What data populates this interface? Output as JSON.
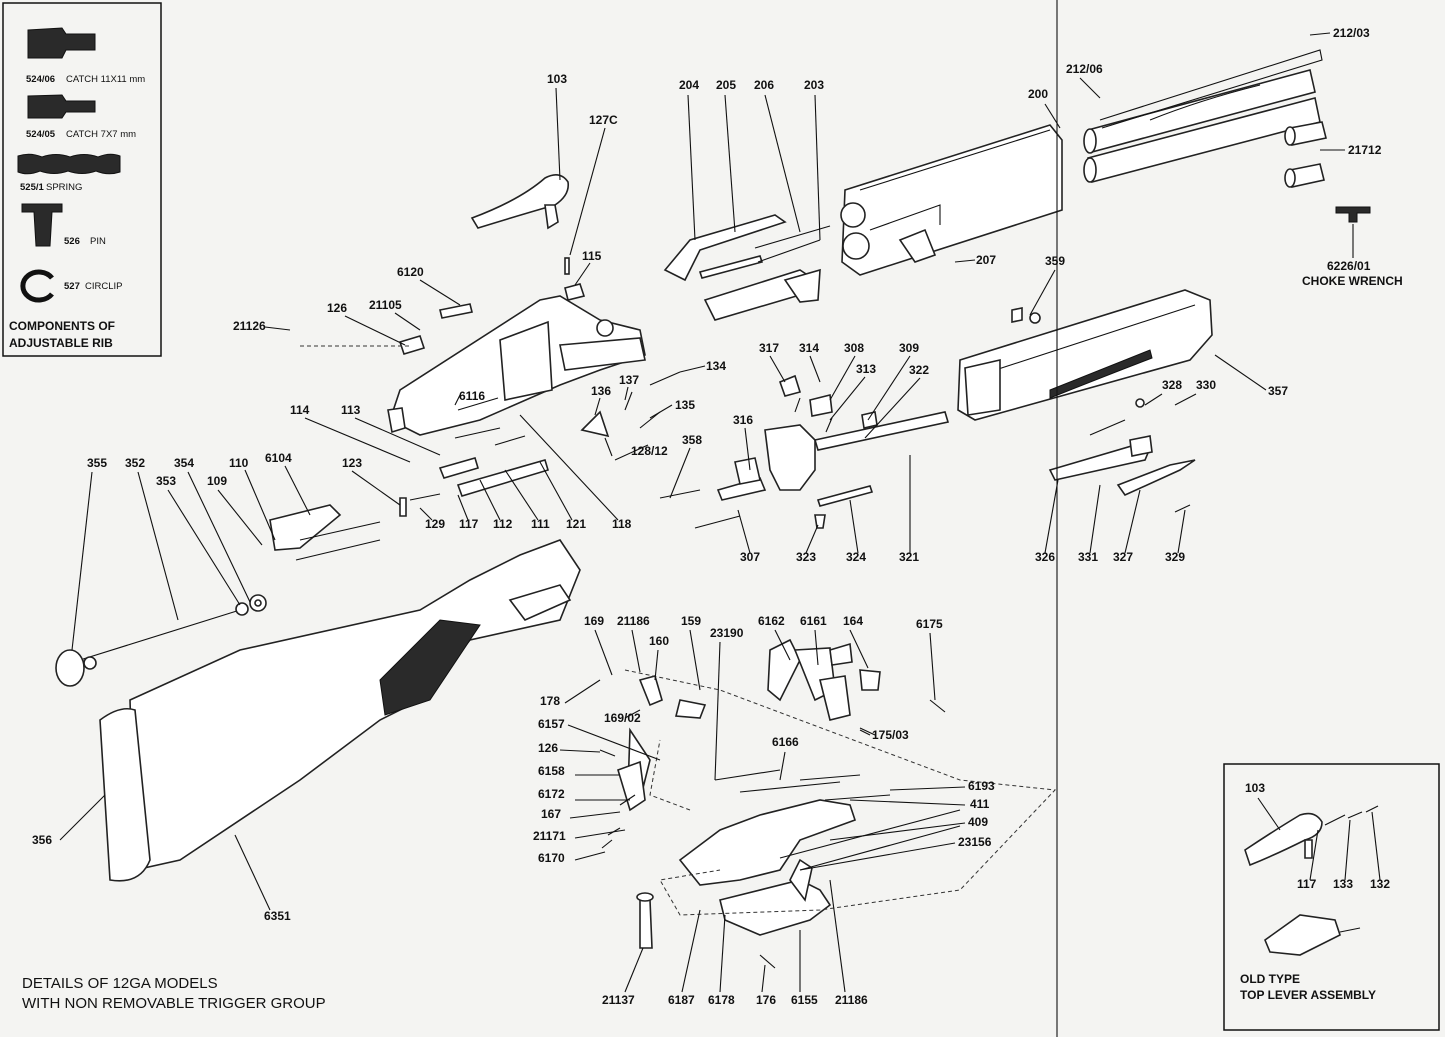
{
  "inset_components": {
    "items": [
      {
        "code": "524/06",
        "desc": "CATCH 11X11 mm"
      },
      {
        "code": "524/05",
        "desc": "CATCH 7X7 mm"
      },
      {
        "code": "525/1",
        "desc": "SPRING"
      },
      {
        "code": "526",
        "desc": "PIN"
      },
      {
        "code": "527",
        "desc": "CIRCLIP"
      }
    ],
    "caption_line1": "COMPONENTS OF",
    "caption_line2": "ADJUSTABLE RIB"
  },
  "choke_wrench": {
    "code": "6226/01",
    "label": "CHOKE WRENCH"
  },
  "old_type": {
    "line1": "OLD TYPE",
    "line2": "TOP LEVER ASSEMBLY"
  },
  "details": {
    "line1": "DETAILS OF 12GA MODELS",
    "line2": "WITH NON REMOVABLE TRIGGER GROUP"
  },
  "callouts": [
    "103",
    "127C",
    "115",
    "6120",
    "126",
    "21105",
    "21126",
    "6116",
    "136",
    "137",
    "134",
    "135",
    "128/12",
    "358",
    "114",
    "113",
    "110",
    "6104",
    "123",
    "129",
    "117",
    "112",
    "111",
    "121",
    "118",
    "355",
    "352",
    "354",
    "353",
    "109",
    "204",
    "205",
    "206",
    "203",
    "200",
    "212/06",
    "212/03",
    "21712",
    "207",
    "359",
    "317",
    "314",
    "308",
    "313",
    "309",
    "322",
    "316",
    "357",
    "328",
    "330",
    "307",
    "323",
    "324",
    "321",
    "326",
    "331",
    "327",
    "329",
    "169",
    "21186",
    "160",
    "159",
    "23190",
    "6162",
    "6161",
    "164",
    "6175",
    "178",
    "169/02",
    "175/03",
    "6157",
    "126",
    "6166",
    "6158",
    "6193",
    "6172",
    "411",
    "167",
    "409",
    "21171",
    "23156",
    "6170",
    "356",
    "6351",
    "21137",
    "6187",
    "6178",
    "176",
    "6155",
    "21186",
    "103",
    "117",
    "133",
    "132"
  ]
}
